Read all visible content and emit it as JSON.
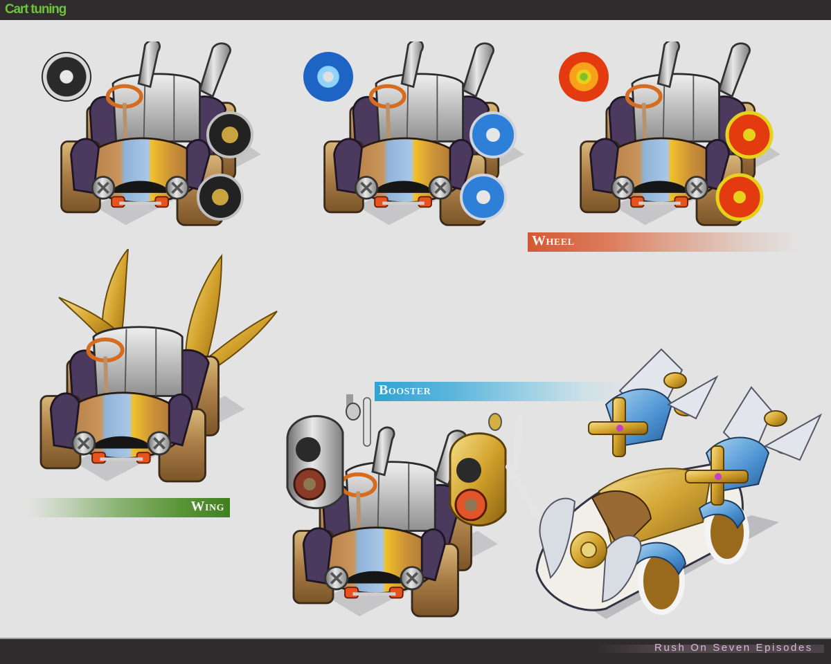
{
  "header": {
    "title": "Cart tuning",
    "title_color": "#6cc23a",
    "bar_color": "#302c2d"
  },
  "sections": {
    "wheel": {
      "label": "Wheel",
      "color": "#d35a33",
      "variants": [
        {
          "name": "silver-demon-wheel",
          "emblem": "silver-demon-face-emblem",
          "rim_color": "#b8b8b8",
          "face_color": "#2a2a2a"
        },
        {
          "name": "blue-ice-wheel",
          "emblem": "blue-snowflake-emblem",
          "rim_color": "#c8ccd4",
          "face_color": "#1d64c4"
        },
        {
          "name": "red-sun-wheel",
          "emblem": "red-sun-emblem",
          "rim_color": "#e6d21a",
          "face_color": "#e43a10"
        }
      ]
    },
    "wing": {
      "label": "Wing",
      "color": "#3f7f1f",
      "variant": "golden-feather-wings"
    },
    "booster": {
      "label": "Booster",
      "color": "#31a3d2",
      "variants": [
        "twin-turbine-propeller-booster",
        "angel-wing-blue-white-cart"
      ]
    }
  },
  "footer": {
    "title": "Rush On Seven Episodes",
    "text_color": "#d9b8d9"
  }
}
